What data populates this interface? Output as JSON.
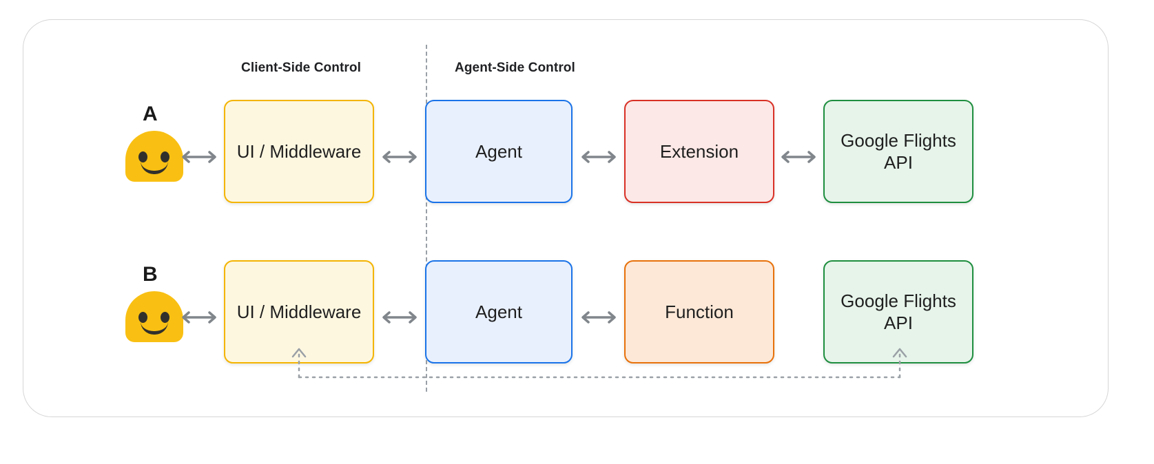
{
  "diagram": {
    "sections": {
      "client": "Client-Side Control",
      "agent": "Agent-Side Control"
    },
    "rows": [
      {
        "letter": "A",
        "user_icon": "smiling-face-emoji",
        "nodes": [
          {
            "id": "ui",
            "label": "UI / Middleware",
            "fill": "#fef7e0",
            "border": "#f4b400"
          },
          {
            "id": "agent",
            "label": "Agent",
            "fill": "#e8f0fe",
            "border": "#1a73e8"
          },
          {
            "id": "extension",
            "label": "Extension",
            "fill": "#fce8e6",
            "border": "#d93025"
          },
          {
            "id": "api",
            "label": "Google Flights API",
            "fill": "#e6f4ea",
            "border": "#1e8e3e"
          }
        ],
        "connectors": [
          "double-arrow",
          "double-arrow",
          "double-arrow",
          "double-arrow"
        ]
      },
      {
        "letter": "B",
        "user_icon": "smiling-face-emoji",
        "nodes": [
          {
            "id": "ui",
            "label": "UI / Middleware",
            "fill": "#fef7e0",
            "border": "#f4b400"
          },
          {
            "id": "agent",
            "label": "Agent",
            "fill": "#e8f0fe",
            "border": "#1a73e8"
          },
          {
            "id": "function",
            "label": "Function",
            "fill": "#fde8d7",
            "border": "#e8710a"
          },
          {
            "id": "api",
            "label": "Google Flights API",
            "fill": "#e6f4ea",
            "border": "#1e8e3e"
          }
        ],
        "connectors": [
          "double-arrow",
          "double-arrow",
          "double-arrow",
          "none"
        ]
      }
    ],
    "feedback_path": {
      "style": "dotted",
      "color": "#9aa0a6",
      "from": "Google Flights API",
      "to": "UI / Middleware"
    },
    "divider": {
      "style": "dashed",
      "color": "#9aa0a6"
    }
  }
}
